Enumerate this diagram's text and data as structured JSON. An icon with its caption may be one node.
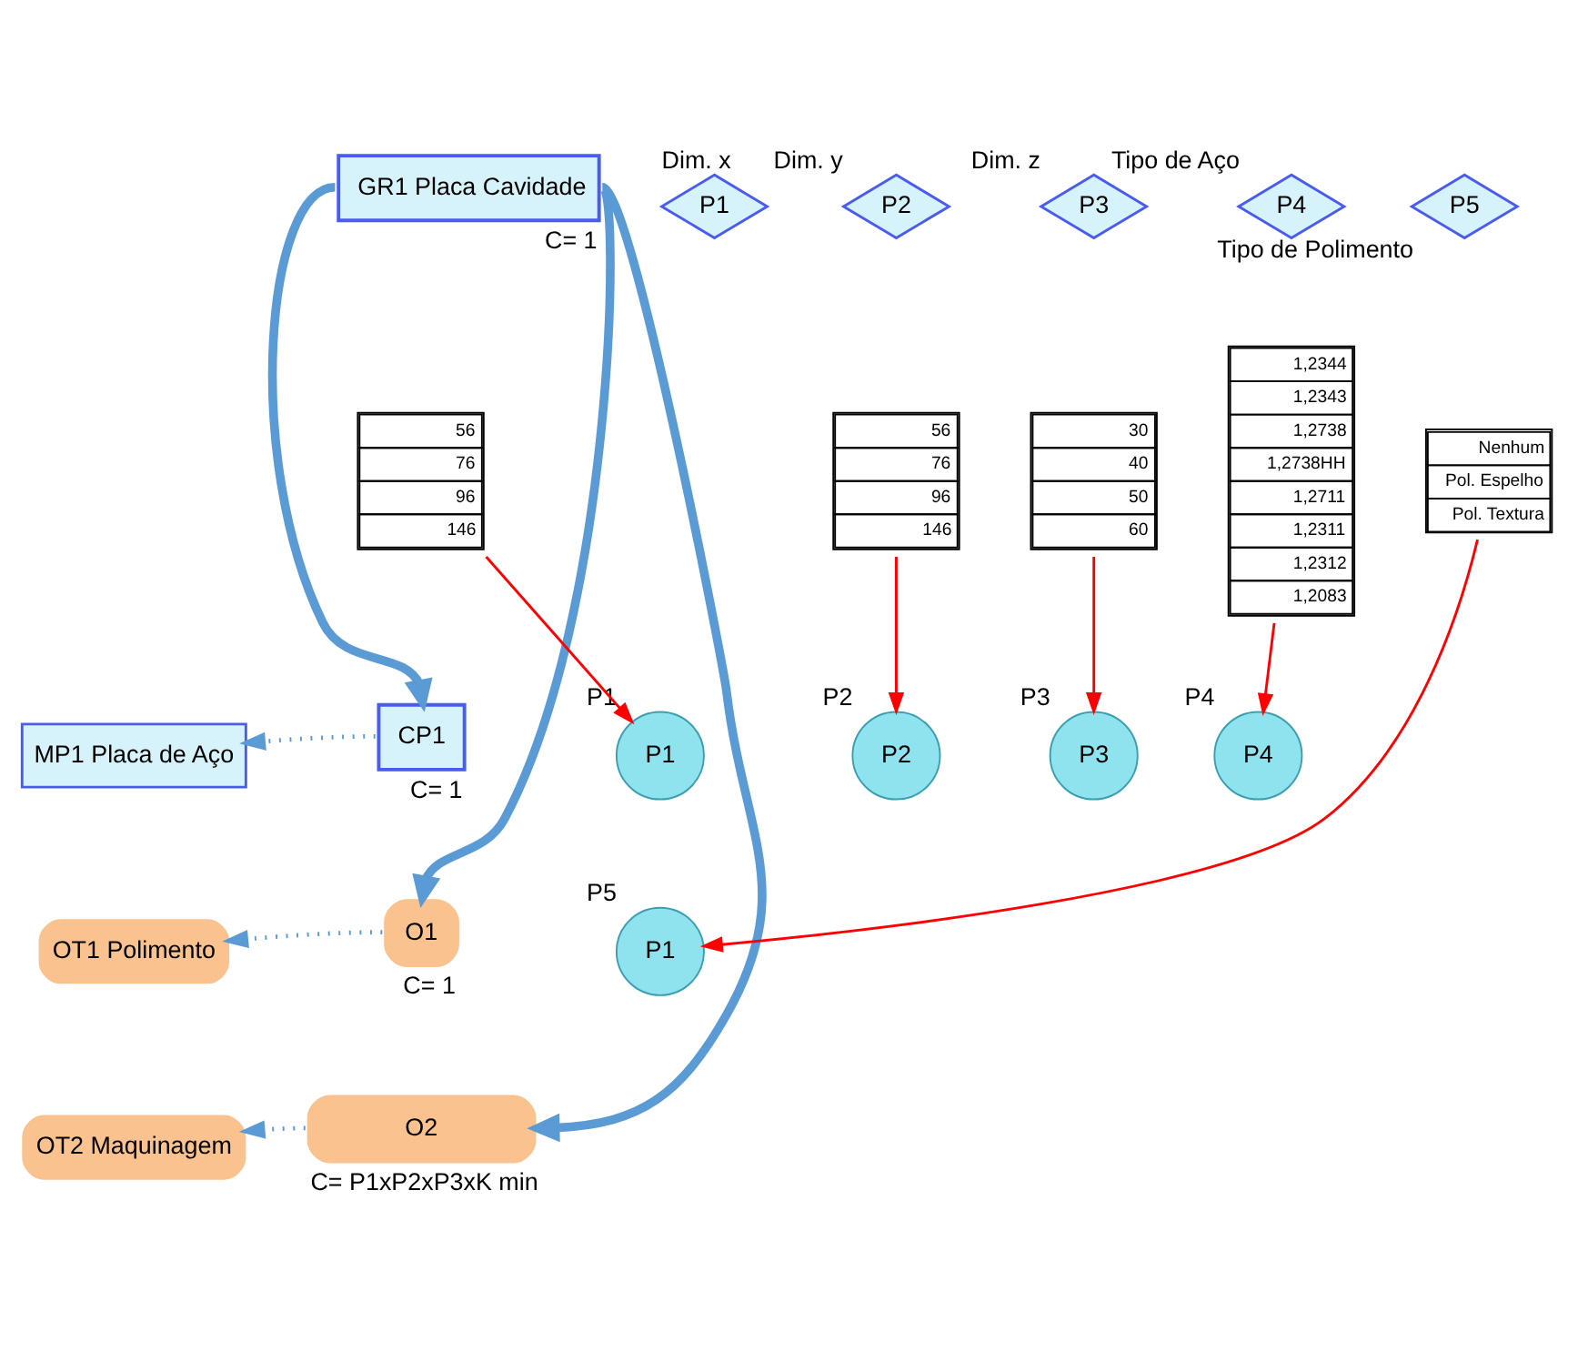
{
  "diagram": {
    "nodes": [
      {
        "text": [
          "GR1 Placa Cavidade"
        ],
        "beside": [
          "C= 1"
        ]
      },
      {
        "text": [
          "P1"
        ],
        "beside": [
          "Dim. x"
        ]
      },
      {
        "text": [
          "P2"
        ],
        "beside": [
          "Dim. y"
        ]
      },
      {
        "text": [
          "P3"
        ],
        "beside": [
          "Dim. z"
        ]
      },
      {
        "text": [
          "P4"
        ],
        "beside": [
          "Tipo de Aço"
        ]
      },
      {
        "text": [
          "P5"
        ],
        "beside": [
          "Tipo de Polimento"
        ]
      },
      {
        "text": [
          "56",
          "76",
          "96",
          "146"
        ]
      },
      {
        "text": [
          "56",
          "76",
          "96",
          "146"
        ]
      },
      {
        "text": [
          "30",
          "40",
          "50",
          "60"
        ]
      },
      {
        "text": [
          "1,2344",
          "1,2343",
          "1,2738",
          "1,2738HH",
          "1,2711",
          "1,2311",
          "1,2312",
          "1,2083"
        ]
      },
      {
        "text": [
          "Nenhum",
          "Pol. Espelho",
          "Pol. Textura"
        ]
      },
      {
        "text": [
          "MP1 Placa de Aço"
        ]
      },
      {
        "text": [
          "CP1"
        ],
        "beside": [
          "C= 1"
        ]
      },
      {
        "text": [
          "OT1 Polimento"
        ]
      },
      {
        "text": [
          "O1"
        ],
        "beside": [
          "C= 1"
        ]
      },
      {
        "text": [
          "OT2 Maquinagem"
        ]
      },
      {
        "text": [
          "O2"
        ],
        "beside": [
          "C= P1xP2xP3xK min"
        ]
      },
      {
        "text": [
          "P1"
        ],
        "beside": [
          "P1"
        ]
      },
      {
        "text": [
          "P2"
        ],
        "beside": [
          "P2"
        ]
      },
      {
        "text": [
          "P3"
        ],
        "beside": [
          "P3"
        ]
      },
      {
        "text": [
          "P4"
        ],
        "beside": [
          "P4"
        ]
      },
      {
        "text": [
          "P1"
        ],
        "beside": [
          "P5"
        ]
      }
    ],
    "edges": [
      {
        "from": 0,
        "to": 12,
        "arrow": "to",
        "style": "thick"
      },
      {
        "from": 0,
        "to": 14,
        "arrow": "to",
        "style": "thick"
      },
      {
        "from": 0,
        "to": 16,
        "arrow": "to",
        "style": "thick"
      },
      {
        "from": 12,
        "to": 11,
        "arrow": "to",
        "style": "dashed"
      },
      {
        "from": 14,
        "to": 13,
        "arrow": "to",
        "style": "dashed"
      },
      {
        "from": 16,
        "to": 15,
        "arrow": "to",
        "style": "dashed"
      },
      {
        "from": 6,
        "to": 17,
        "arrow": "to",
        "color": "#ff0000"
      },
      {
        "from": 7,
        "to": 18,
        "arrow": "to",
        "color": "#ff0000"
      },
      {
        "from": 8,
        "to": 19,
        "arrow": "to",
        "color": "#ff0000"
      },
      {
        "from": 9,
        "to": 20,
        "arrow": "to",
        "color": "#ff0000"
      },
      {
        "from": 10,
        "to": 21,
        "arrow": "to",
        "color": "#ff0000"
      }
    ]
  }
}
